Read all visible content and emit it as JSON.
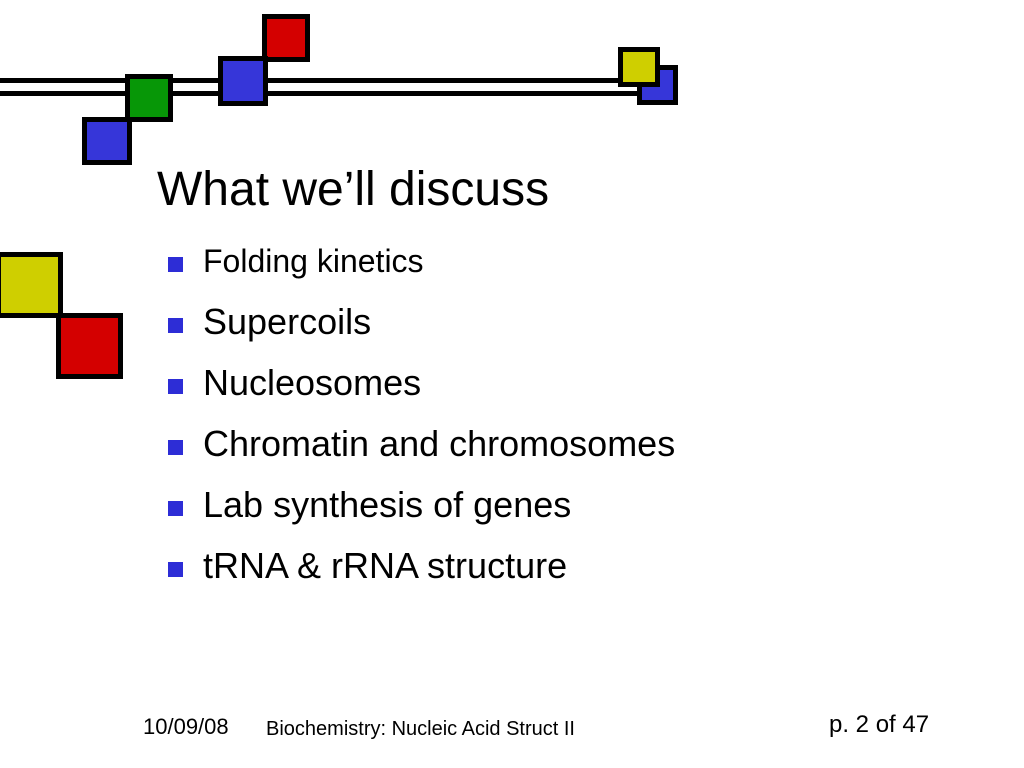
{
  "slide": {
    "title": "What we’ll discuss",
    "bullets": [
      "Folding kinetics",
      "Supercoils",
      "Nucleosomes",
      "Chromatin and chromosomes",
      "Lab synthesis of genes",
      "tRNA & rRNA structure"
    ]
  },
  "footer": {
    "date": "10/09/08",
    "course": "Biochemistry: Nucleic Acid Struct II",
    "page": "p. 2 of 47"
  },
  "colors": {
    "red": "#d40000",
    "blue": "#3636d9",
    "green": "#079707",
    "yellow": "#cfcf00",
    "bullet": "#2d2dd6"
  }
}
